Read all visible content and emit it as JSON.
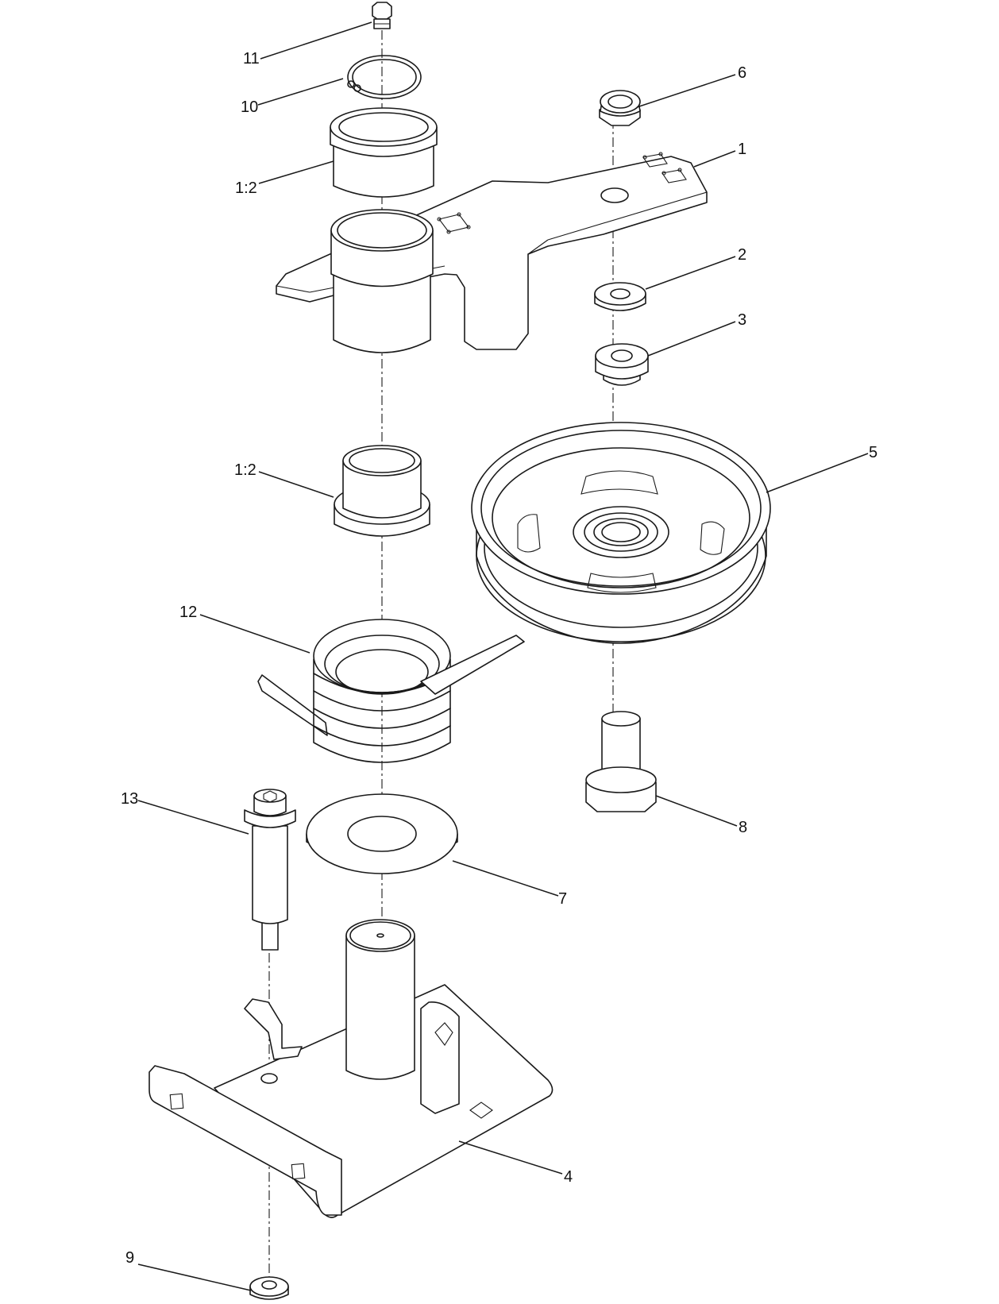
{
  "callouts": [
    {
      "id": "c1",
      "label": "1"
    },
    {
      "id": "c2",
      "label": "2"
    },
    {
      "id": "c3",
      "label": "3"
    },
    {
      "id": "c4",
      "label": "4"
    },
    {
      "id": "c5",
      "label": "5"
    },
    {
      "id": "c6",
      "label": "6"
    },
    {
      "id": "c7",
      "label": "7"
    },
    {
      "id": "c8",
      "label": "8"
    },
    {
      "id": "c9",
      "label": "9"
    },
    {
      "id": "c10",
      "label": "10"
    },
    {
      "id": "c11",
      "label": "11"
    },
    {
      "id": "c12",
      "label": "12"
    },
    {
      "id": "c13",
      "label": "13"
    },
    {
      "id": "c1_2a",
      "label": "1:2"
    },
    {
      "id": "c1_2b",
      "label": "1:2"
    }
  ]
}
